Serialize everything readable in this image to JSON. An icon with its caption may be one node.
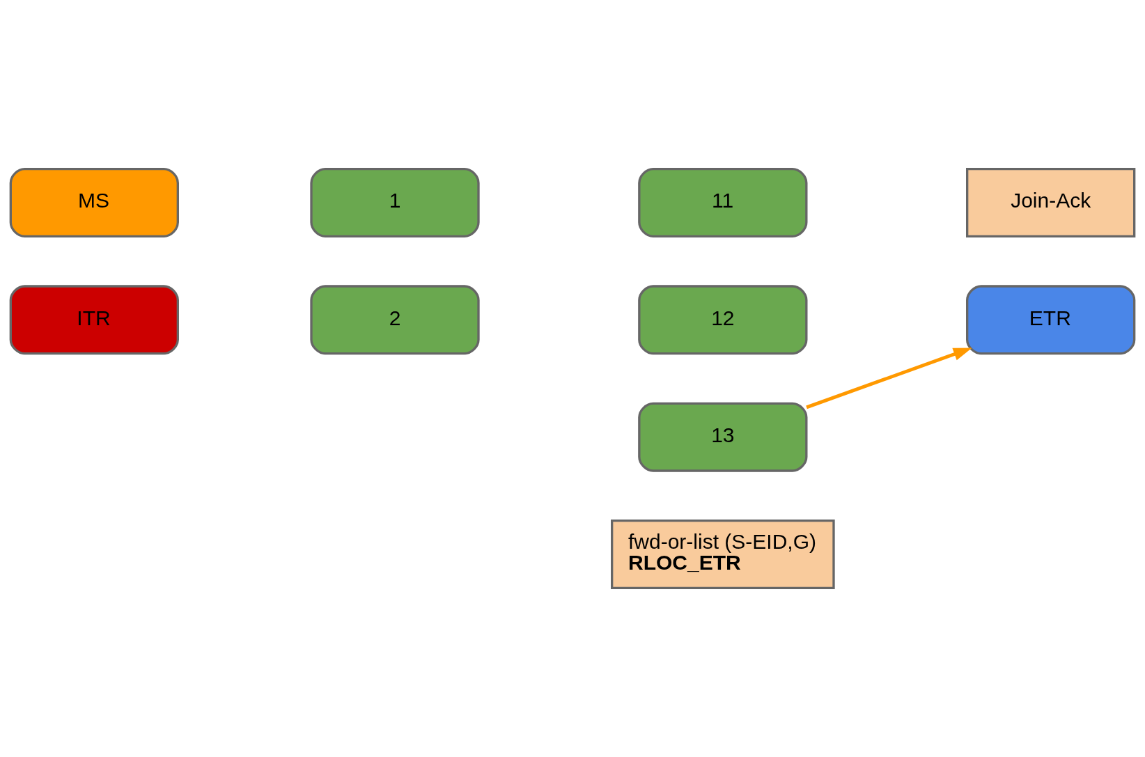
{
  "diagram": {
    "nodes": [
      {
        "text": [
          "MS"
        ]
      },
      {
        "text": [
          "11"
        ]
      },
      {
        "text": [
          "1"
        ]
      },
      {
        "text": [
          "ITR"
        ]
      },
      {
        "text": [
          "12"
        ]
      },
      {
        "text": [
          "2"
        ]
      },
      {
        "text": [
          "Join-Ack"
        ]
      },
      {
        "text": [
          "13"
        ]
      },
      {
        "text": [
          "fwd-or-list (S-EID,G)",
          "RLOC_ETR"
        ]
      },
      {
        "text": [
          "ETR"
        ]
      }
    ],
    "edges": [
      {
        "from": 7,
        "to": 9,
        "arrow": "to",
        "color": "#ff9900"
      }
    ]
  }
}
